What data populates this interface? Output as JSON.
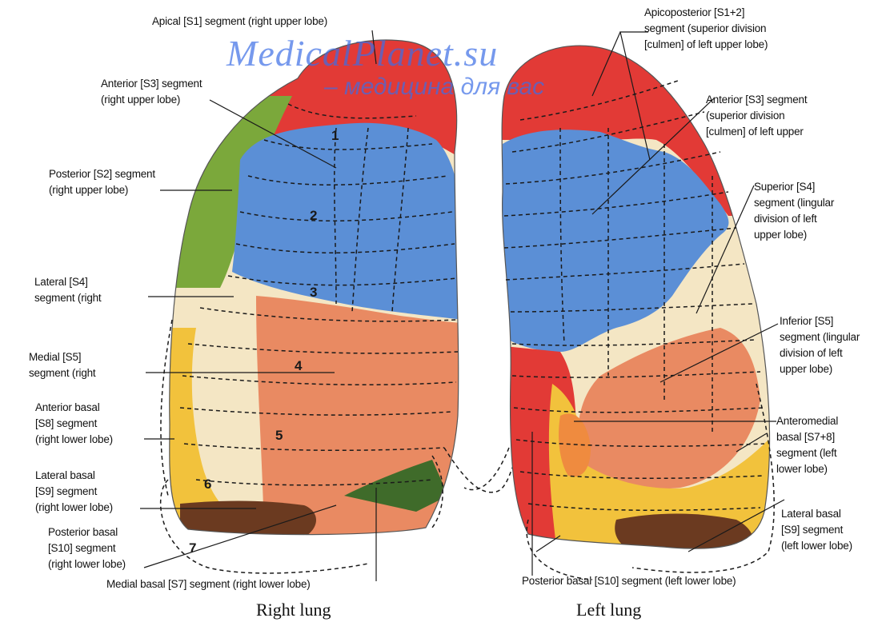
{
  "watermark": {
    "site": "MedicalPlanet.su",
    "slogan": "– медицина для вас"
  },
  "captions": {
    "right_lung": "Right lung",
    "left_lung": "Left lung"
  },
  "segment_numbers": [
    "1",
    "2",
    "3",
    "4",
    "5",
    "6",
    "7"
  ],
  "colors": {
    "apical_red": "#e23a36",
    "anterior_blue": "#5b8fd6",
    "posterior_green": "#7ba83b",
    "lingula_cream": "#f4e6c4",
    "middle_salmon": "#e98a62",
    "basal_yellow": "#f2c23c",
    "posterior_basal_brown": "#6b3a20",
    "medial_basal_green": "#3f6b2a"
  },
  "labels": {
    "apical_s1": "Apical [S1] segment (right upper lobe)",
    "anterior_s3_right": "Anterior [S3] segment\n(right upper lobe)",
    "posterior_s2_right": "Posterior [S2] segment\n(right upper lobe)",
    "lateral_s4_right": "Lateral [S4]\nsegment (right",
    "medial_s5_right": "Medial [S5]\nsegment (right",
    "anterior_basal_s8_right": "Anterior basal\n[S8] segment\n(right lower lobe)",
    "lateral_basal_s9_right": "Lateral basal\n[S9] segment\n(right lower lobe)",
    "posterior_basal_s10_right": "Posterior basal\n[S10] segment\n(right lower lobe)",
    "medial_basal_s7_right": "Medial basal [S7] segment (right lower lobe)",
    "apicoposterior_s12_left": "Apicoposterior [S1+2]\nsegment (superior division\n[culmen] of left upper lobe)",
    "anterior_s3_left": "Anterior [S3] segment\n(superior division\n[culmen] of left upper",
    "superior_s4_left": "Superior [S4]\nsegment (lingular\ndivision of left\nupper lobe)",
    "inferior_s5_left": "Inferior [S5]\nsegment (lingular\ndivision of left\nupper lobe)",
    "anteromedial_s78_left": "Anteromedial\nbasal [S7+8]\nsegment (left\nlower lobe)",
    "lateral_basal_s9_left": "Lateral basal\n[S9] segment\n(left lower lobe)",
    "posterior_basal_s10_left": "Posterior basal [S10] segment (left lower lobe)"
  }
}
